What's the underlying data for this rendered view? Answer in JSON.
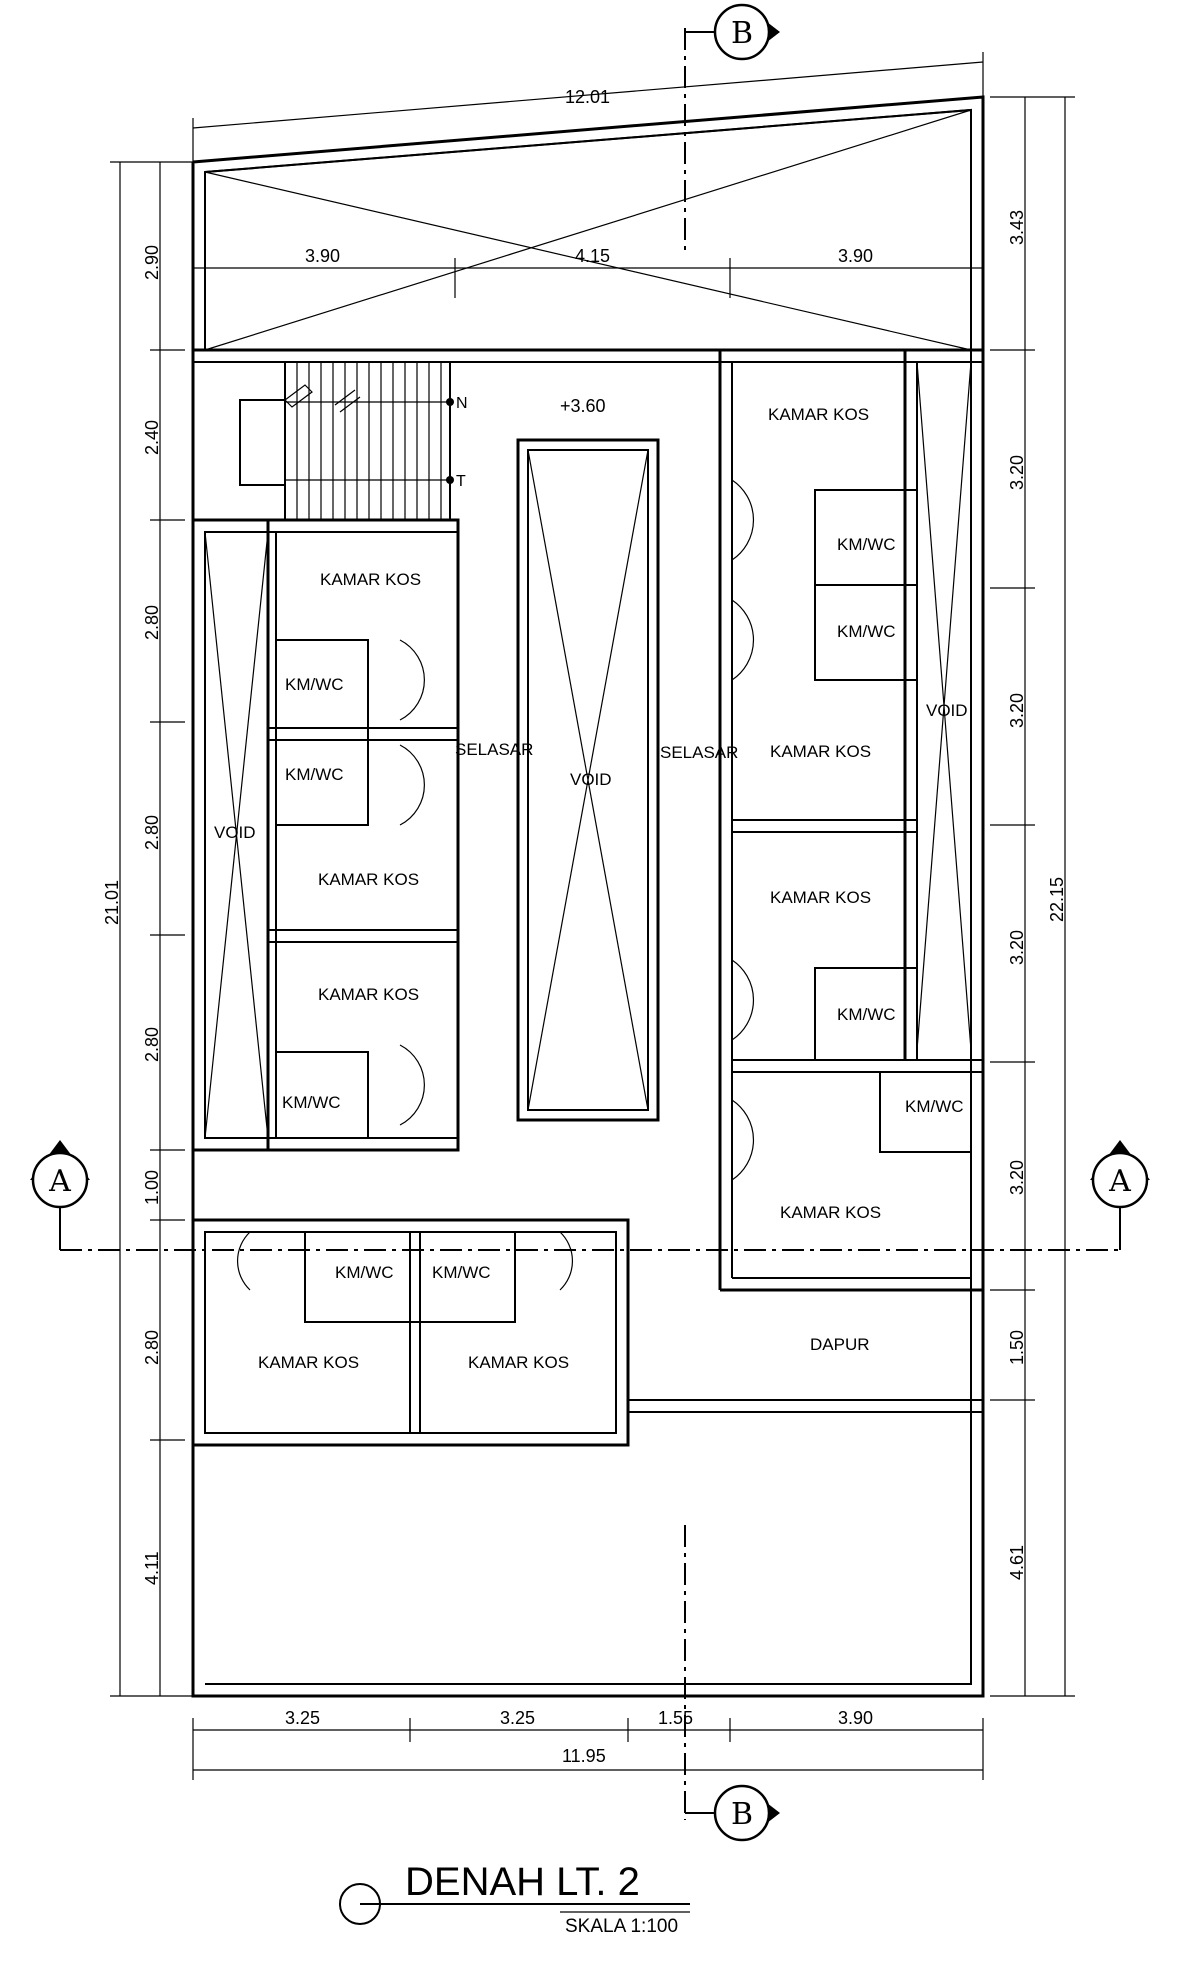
{
  "title": "DENAH LT. 2",
  "scale": "SKALA 1:100",
  "elevation": "+3.60",
  "stair": {
    "up": "N",
    "down": "T"
  },
  "section_markers": {
    "a": "A",
    "b": "B"
  },
  "labels": {
    "kamar_kos": "KAMAR KOS",
    "km_wc": "KM/WC",
    "selasar": "SELASAR",
    "void": "VOID",
    "dapur": "DAPUR"
  },
  "dimensions": {
    "top_overall": "12.01",
    "top_segments": [
      "3.90",
      "4.15",
      "3.90"
    ],
    "bottom_segments": [
      "3.25",
      "3.25",
      "1.55",
      "3.90"
    ],
    "bottom_overall": "11.95",
    "left_segments": [
      "2.90",
      "2.40",
      "2.80",
      "2.80",
      "2.80",
      "1.00",
      "2.80",
      "4.11"
    ],
    "left_overall": "21.01",
    "right_segments": [
      "3.43",
      "3.20",
      "3.20",
      "3.20",
      "3.20",
      "1.50",
      "4.61"
    ],
    "right_overall": "22.15"
  }
}
